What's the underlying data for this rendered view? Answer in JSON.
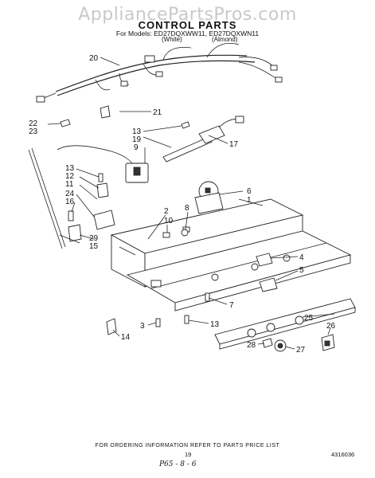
{
  "header": {
    "watermark": "AppliancePartsPros.com",
    "title": "CONTROL PARTS",
    "models_line": "For Models: ED27DQXWW11, ED27DQXWN11",
    "color_white": "(White)",
    "color_almond": "(Almond)"
  },
  "callouts": [
    "20",
    "21",
    "22",
    "23",
    "13",
    "19",
    "17",
    "9",
    "13",
    "12",
    "11",
    "24",
    "16",
    "6",
    "1",
    "2",
    "10",
    "8",
    "29",
    "15",
    "4",
    "5",
    "7",
    "25",
    "3",
    "13",
    "26",
    "14",
    "28",
    "27"
  ],
  "footer": {
    "ordering_note": "FOR ORDERING INFORMATION REFER TO PARTS PRICE LIST",
    "page_number": "19",
    "doc_number": "4316036",
    "handwritten": "P65 - 8 - 6"
  }
}
